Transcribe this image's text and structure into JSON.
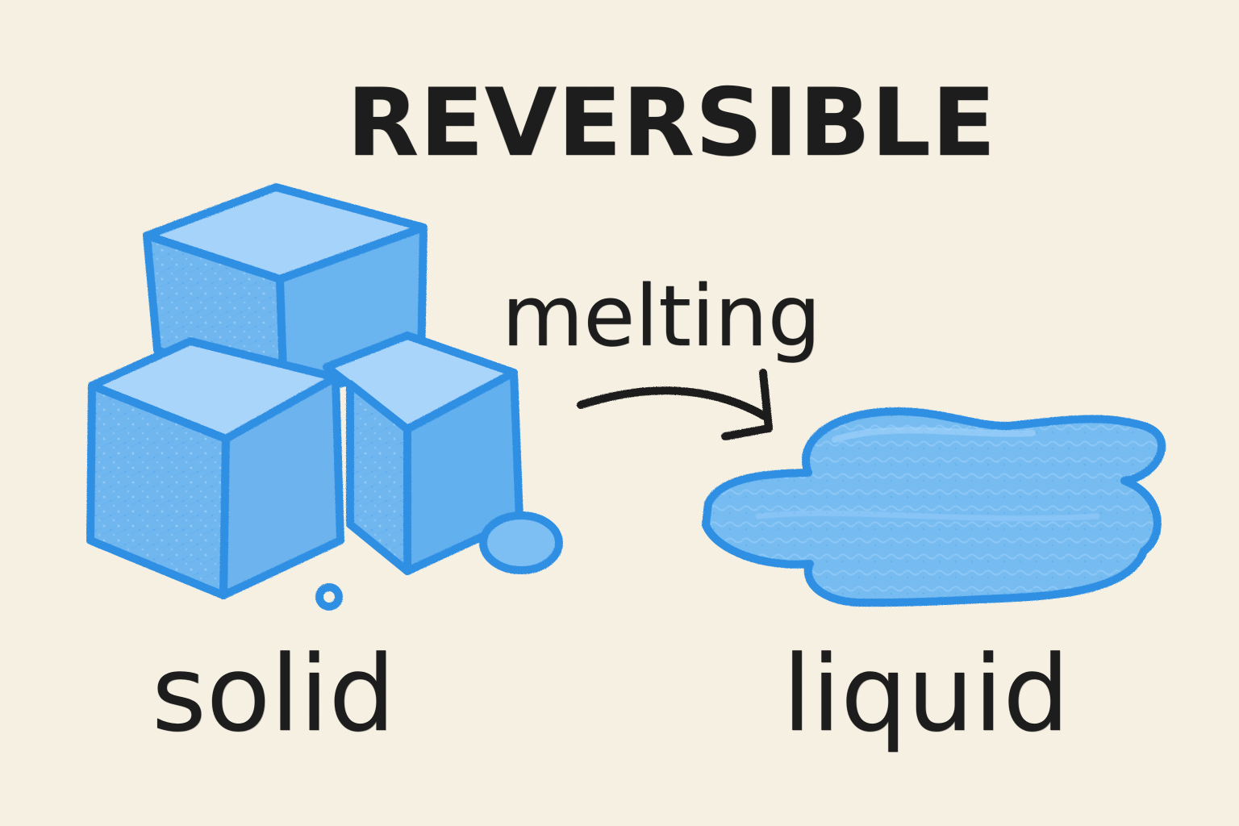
{
  "diagram": {
    "title": "REVERSIBLE",
    "process": "melting",
    "from_state": "solid",
    "to_state": "liquid",
    "icons": {
      "solid": "ice-cubes-icon",
      "liquid": "water-puddle-icon",
      "arrow": "curved-arrow-icon"
    },
    "colors": {
      "paper": "#f8f2e4",
      "ink": "#1d1d1d",
      "ice_fill": "#77b8ee",
      "ice_outline": "#2f8fe3",
      "water_fill": "#7fbdf0"
    }
  }
}
